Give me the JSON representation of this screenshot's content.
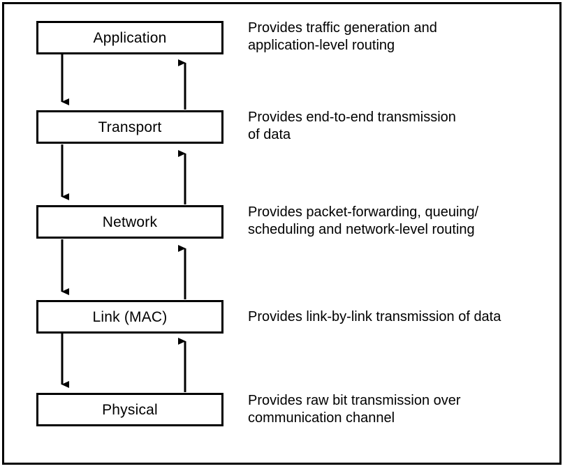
{
  "figure": {
    "background_color": "#ffffff",
    "line_color": "#000000",
    "frame": "outer-rectangle-border"
  },
  "diagram": {
    "type": "layered-protocol-stack",
    "title": "",
    "layers": [
      {
        "name": "Application",
        "description": "Provides traffic generation and\napplication-level routing"
      },
      {
        "name": "Transport",
        "description": "Provides end-to-end transmission\nof data"
      },
      {
        "name": "Network",
        "description": "Provides packet-forwarding, queuing/\nscheduling and network-level routing"
      },
      {
        "name": "Link (MAC)",
        "description": "Provides link-by-link transmission of data"
      },
      {
        "name": "Physical",
        "description": "Provides raw bit transmission over\ncommunication channel"
      }
    ],
    "connectors": [
      {
        "from": "Application",
        "to": "Transport",
        "direction": "down",
        "side": "left"
      },
      {
        "from": "Transport",
        "to": "Application",
        "direction": "up",
        "side": "right"
      },
      {
        "from": "Transport",
        "to": "Network",
        "direction": "down",
        "side": "left"
      },
      {
        "from": "Network",
        "to": "Transport",
        "direction": "up",
        "side": "right"
      },
      {
        "from": "Network",
        "to": "Link (MAC)",
        "direction": "down",
        "side": "left"
      },
      {
        "from": "Link (MAC)",
        "to": "Network",
        "direction": "up",
        "side": "right"
      },
      {
        "from": "Link (MAC)",
        "to": "Physical",
        "direction": "down",
        "side": "left"
      },
      {
        "from": "Physical",
        "to": "Link (MAC)",
        "direction": "up",
        "side": "right"
      }
    ]
  }
}
